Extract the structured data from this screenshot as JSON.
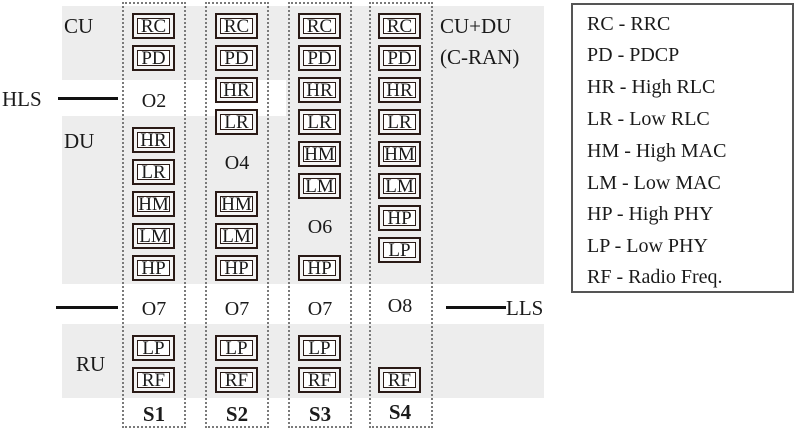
{
  "labels": {
    "cu": "CU",
    "du": "DU",
    "ru": "RU",
    "hls": "HLS",
    "lls": "LLS",
    "cran_line1": "CU+DU",
    "cran_line2": "(C-RAN)"
  },
  "splits": [
    {
      "name": "S1",
      "upper": [
        "RC",
        "PD"
      ],
      "upper_option": "O2",
      "middle": [
        "HR",
        "LR",
        "HM",
        "LM",
        "HP"
      ],
      "lower_option": "O7",
      "lower": [
        "LP",
        "RF"
      ]
    },
    {
      "name": "S2",
      "upper": [
        "RC",
        "PD",
        "HR",
        "LR"
      ],
      "middle_option": "O4",
      "middle": [
        "HM",
        "LM",
        "HP"
      ],
      "lower_option": "O7",
      "lower": [
        "LP",
        "RF"
      ]
    },
    {
      "name": "S3",
      "upper": [
        "RC",
        "PD",
        "HR",
        "LR",
        "HM",
        "LM"
      ],
      "middle_option": "O6",
      "middle": [
        "HP"
      ],
      "lower_option": "O7",
      "lower": [
        "LP",
        "RF"
      ]
    },
    {
      "name": "S4",
      "upper": [
        "RC",
        "PD",
        "HR",
        "LR",
        "HM",
        "LM",
        "HP",
        "LP"
      ],
      "lower_option": "O8",
      "lower": [
        "RF"
      ]
    }
  ],
  "legend": [
    "RC - RRC",
    "PD - PDCP",
    "HR - High RLC",
    "LR - Low RLC",
    "HM - High MAC",
    "LM - Low MAC",
    "HP - High PHY",
    "LP - Low PHY",
    "RF - Radio Freq."
  ]
}
